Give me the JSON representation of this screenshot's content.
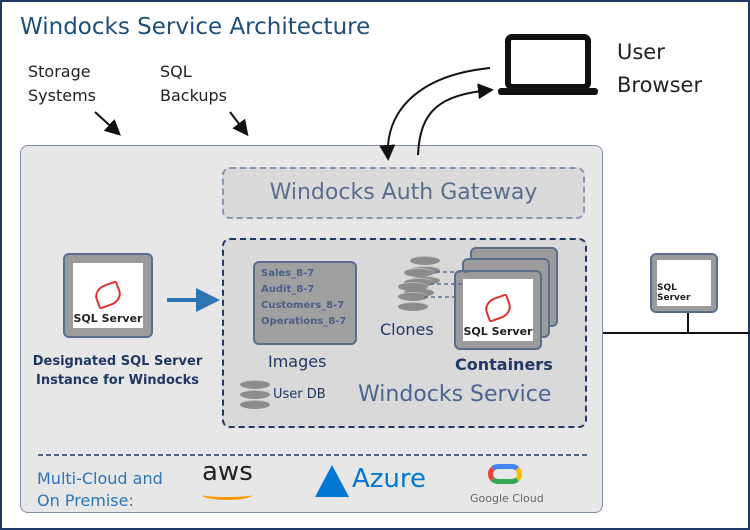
{
  "title": "Windocks Service Architecture",
  "labels": {
    "storage_systems": "Storage Systems",
    "sql_backups": "SQL Backups",
    "user_browser": "User Browser",
    "auth_gateway": "Windocks Auth Gateway",
    "designated_instance": "Designated SQL Server Instance for Windocks",
    "images": "Images",
    "clones": "Clones",
    "containers": "Containers",
    "user_db": "User DB",
    "windocks_service": "Windocks Service",
    "multi_cloud": "Multi-Cloud and On Premise:"
  },
  "image_list": [
    "Sales_8-7",
    "Audit_8-7",
    "Customers_8-7",
    "Operations_8-7"
  ],
  "sql_logo": "SQL Server",
  "clouds": {
    "aws": "aws",
    "azure": "Azure",
    "google": "Google Cloud"
  },
  "colors": {
    "title": "#1f4e79",
    "box_bg": "#e7e7e7",
    "arrow": "#2e75b6",
    "aws_orange": "#f90",
    "azure_blue": "#0078d4"
  }
}
